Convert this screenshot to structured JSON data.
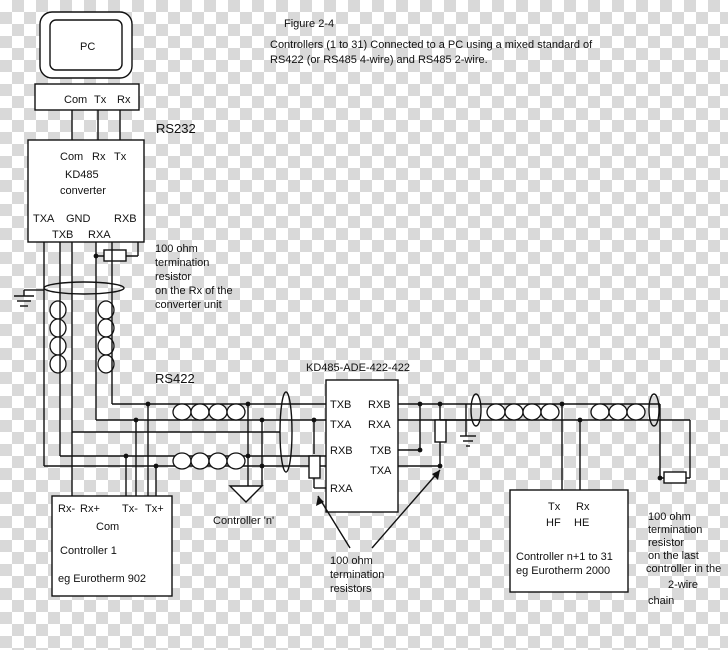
{
  "figure": {
    "title": "Figure 2-4",
    "caption_line1": "Controllers (1 to 31) Connected to a PC using a mixed standard of",
    "caption_line2": "RS422 (or RS485 4-wire) and RS485 2-wire."
  },
  "pc": {
    "label": "PC",
    "port_com": "Com",
    "port_tx": "Tx",
    "port_rx": "Rx"
  },
  "rs232_label": "RS232",
  "converter": {
    "com": "Com",
    "rx": "Rx",
    "tx": "Tx",
    "name_line1": "KD485",
    "name_line2": "converter",
    "txa": "TXA",
    "gnd": "GND",
    "rxb": "RXB",
    "txb": "TXB",
    "rxa": "RXA"
  },
  "resistor_note": {
    "line1": "100 ohm",
    "line2": "termination",
    "line3": "resistor",
    "line4": "on the Rx of the",
    "line5": "converter unit"
  },
  "rs422_label": "RS422",
  "ade": {
    "title": "KD485-ADE-422-422",
    "txb_l": "TXB",
    "txa_l": "TXA",
    "rxb_l": "RXB",
    "rxa_l": "RXA",
    "rxb_r": "RXB",
    "rxa_r": "RXA",
    "txb_r": "TXB",
    "txa_r": "TXA"
  },
  "controller1": {
    "rxm": "Rx-",
    "rxp": "Rx+",
    "txm": "Tx-",
    "txp": "Tx+",
    "com": "Com",
    "name": "Controller 1",
    "model": "eg Eurotherm 902"
  },
  "controller_n_label": "Controller 'n'",
  "resistors_note": {
    "line1": "100 ohm",
    "line2": "termination",
    "line3": "resistors"
  },
  "controller_n1": {
    "tx": "Tx",
    "rx": "Rx",
    "hf": "HF",
    "he": "HE",
    "name": "Controller n+1 to 31",
    "model": "eg Eurotherm 2000"
  },
  "last_note": {
    "line1": "100 ohm",
    "line2": "termination",
    "line3": "resistor",
    "line4": "on the last",
    "line5": "controller in the",
    "line6": "2-wire",
    "line7": "chain"
  }
}
